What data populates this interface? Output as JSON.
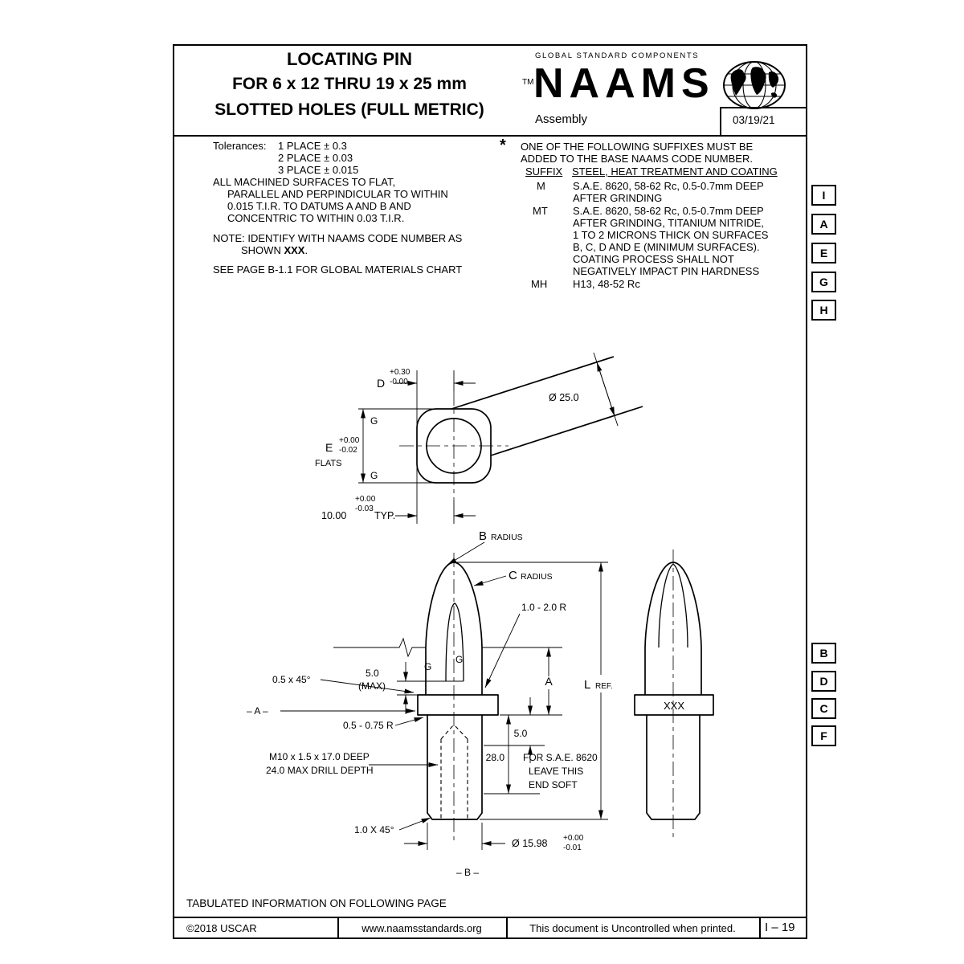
{
  "header": {
    "title_line1": "LOCATING PIN",
    "title_line2": "FOR 6 x 12 THRU 19 x 25 mm",
    "title_line3": "SLOTTED HOLES (FULL METRIC)",
    "tagline": "GLOBAL STANDARD COMPONENTS",
    "trademark": "TM",
    "brand": "NAAMS",
    "category": "Assembly",
    "date": "03/19/21"
  },
  "tolerances": {
    "label": "Tolerances:",
    "lines": [
      "1 PLACE ± 0.3",
      "2 PLACE ± 0.03",
      "3 PLACE ± 0.015"
    ]
  },
  "notes": {
    "machined": [
      "ALL MACHINED SURFACES TO FLAT,",
      "PARALLEL AND PERPINDICULAR TO WITHIN",
      "0.015 T.I.R. TO DATUMS A AND B AND",
      "CONCENTRIC TO WITHIN 0.03 T.I.R."
    ],
    "identify_line1": "NOTE: IDENTIFY WITH NAAMS CODE NUMBER AS",
    "identify_line2_prefix": "SHOWN ",
    "identify_line2_code": "XXX",
    "identify_line2_suffix": ".",
    "see_page": "SEE PAGE B-1.1 FOR GLOBAL MATERIALS CHART"
  },
  "suffix_note": {
    "asterisk": "*",
    "line1": "ONE OF THE FOLLOWING SUFFIXES MUST BE",
    "line2": "ADDED TO THE BASE NAAMS CODE NUMBER.",
    "col_suffix": "SUFFIX",
    "col_treatment": "STEEL, HEAT TREATMENT AND COATING",
    "rows": [
      {
        "suffix": "M",
        "lines": [
          "S.A.E. 8620, 58-62 Rc, 0.5-0.7mm DEEP",
          "AFTER GRINDING"
        ]
      },
      {
        "suffix": "MT",
        "lines": [
          "S.A.E. 8620, 58-62 Rc, 0.5-0.7mm DEEP",
          "AFTER GRINDING, TITANIUM NITRIDE,",
          "1 TO 2 MICRONS THICK ON SURFACES",
          "B, C, D AND E (MINIMUM SURFACES).",
          "COATING PROCESS SHALL NOT",
          "NEGATIVELY IMPACT PIN HARDNESS"
        ]
      },
      {
        "suffix": "MH",
        "lines": [
          "H13, 48-52 Rc"
        ]
      }
    ]
  },
  "grid_letters": {
    "top": [
      "I",
      "A",
      "E",
      "G",
      "H"
    ],
    "bottom": [
      "B",
      "D",
      "C",
      "F"
    ]
  },
  "drawing": {
    "dia_head": "Ø 25.0",
    "dim_d": "D",
    "dim_d_plus": "+0.30",
    "dim_d_minus": "-0.00",
    "g_top_upper": "G",
    "g_top_lower": "G",
    "dim_e": "E",
    "dim_e_plus": "+0.00",
    "dim_e_minus": "-0.02",
    "flats": "FLATS",
    "dim_10": "10.00",
    "dim_10_plus": "+0.00",
    "dim_10_minus": "-0.03",
    "typ": "TYP.",
    "b_radius_letter": "B",
    "b_radius_word": "RADIUS",
    "c_radius_letter": "C",
    "c_radius_word": "RADIUS",
    "nose_radius": "1.0 - 2.0 R",
    "flat_runout": "5.0",
    "flat_runout_max": "(MAX)",
    "g_front_left": "G",
    "g_front_right": "G",
    "dim_a": "A",
    "l_ref_letter": "L",
    "l_ref_word": "REF.",
    "flange_chamfer": "0.5 x 45°",
    "datum_a": "– A –",
    "flange_radius": "0.5 - 0.75 R",
    "thread_line1": "M10 x 1.5 x 17.0 DEEP",
    "thread_line2": "24.0 MAX DRILL DEPTH",
    "dim_28": "28.0",
    "dim_5": "5.0",
    "soft_line1": "FOR S.A.E. 8620",
    "soft_line2": "LEAVE THIS",
    "soft_line3": "END SOFT",
    "bottom_chamfer": "1.0 X 45°",
    "dia_shank": "Ø 15.98",
    "dia_shank_plus": "+0.00",
    "dia_shank_minus": "-0.01",
    "datum_b": "– B –",
    "code_marking": "XXX"
  },
  "footer": {
    "tabulated": "TABULATED INFORMATION ON FOLLOWING PAGE",
    "copyright": "©2018 USCAR",
    "website": "www.naamsstandards.org",
    "uncontrolled": "This document is Uncontrolled when printed.",
    "page": "I – 19"
  }
}
